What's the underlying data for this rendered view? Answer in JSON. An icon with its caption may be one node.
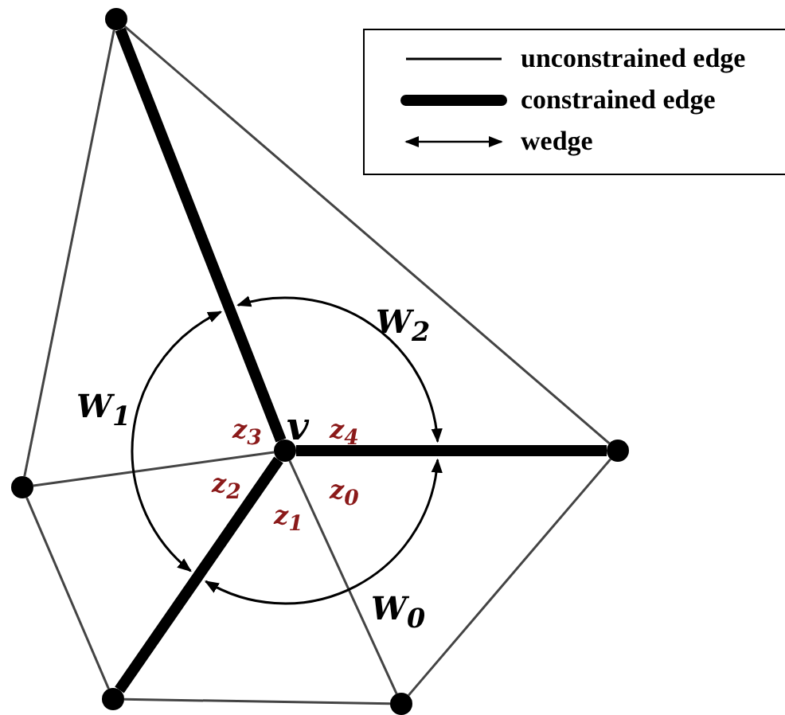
{
  "diagram": {
    "nodes": [
      {
        "text": [],
        "shape": "circle"
      },
      {
        "text": [],
        "shape": "circle",
        "beside": [
          "v"
        ]
      },
      {
        "text": [],
        "shape": "circle"
      },
      {
        "text": [],
        "shape": "circle"
      },
      {
        "text": [],
        "shape": "circle"
      },
      {
        "text": [],
        "shape": "circle"
      }
    ],
    "edges": [
      {
        "from": 0,
        "to": 1,
        "arrow": "none",
        "style": "thick"
      },
      {
        "from": 1,
        "to": 2,
        "arrow": "none",
        "style": "thick"
      },
      {
        "from": 1,
        "to": 4,
        "arrow": "none",
        "style": "thick"
      },
      {
        "from": 1,
        "to": 3,
        "arrow": "none"
      },
      {
        "from": 1,
        "to": 5,
        "arrow": "none"
      },
      {
        "from": 0,
        "to": 3,
        "arrow": "none"
      },
      {
        "from": 3,
        "to": 4,
        "arrow": "none"
      },
      {
        "from": 4,
        "to": 5,
        "arrow": "none"
      },
      {
        "from": 5,
        "to": 2,
        "arrow": "none"
      },
      {
        "from": 2,
        "to": 0,
        "arrow": "none"
      }
    ],
    "labels": [
      "W$_{2}$",
      "W$_{1}$",
      "z$_{3}$",
      "z$_{4}$",
      "z$_{2}$",
      "z$_{0}$",
      "z$_{1}$",
      "W$_{0}$"
    ],
    "legend": [
      {
        "text": "unconstrained edge"
      },
      {
        "text": "constrained edge"
      },
      {
        "text": "wedge"
      }
    ]
  }
}
